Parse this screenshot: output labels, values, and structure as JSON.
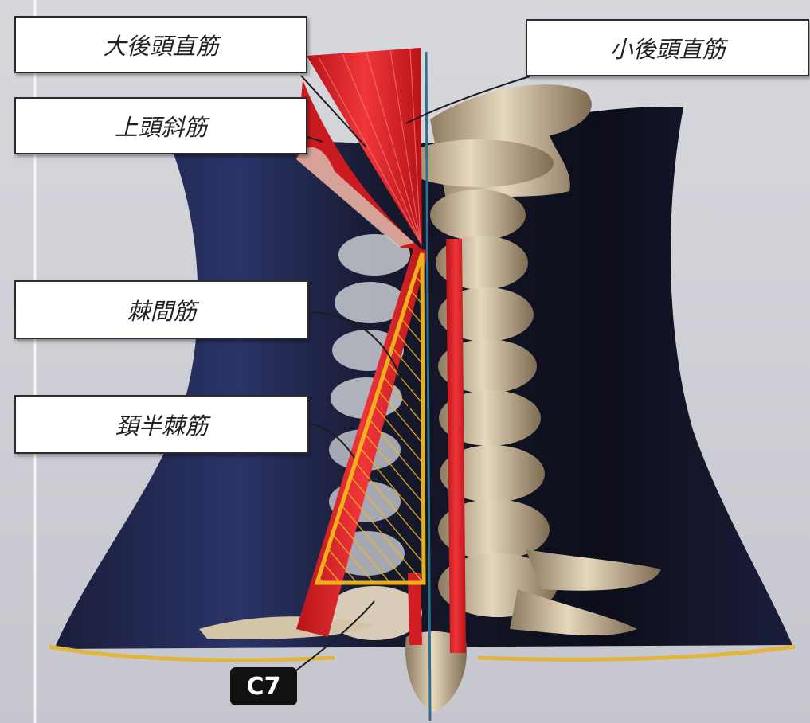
{
  "labels": {
    "rectus_capitis_posterior_major": "大後頭直筋",
    "rectus_capitis_posterior_minor": "小後頭直筋",
    "obliquus_capitis_superior": "上頭斜筋",
    "interspinales": "棘間筋",
    "semispinalis_cervicis": "頚半棘筋",
    "c7": "C7"
  },
  "colors": {
    "muscle_red": "#e0262a",
    "highlight_yellow": "#f2b81c",
    "midline_blue": "#2f6f8f",
    "body_dark": "#12142a",
    "bone": "#d9c8ad"
  }
}
